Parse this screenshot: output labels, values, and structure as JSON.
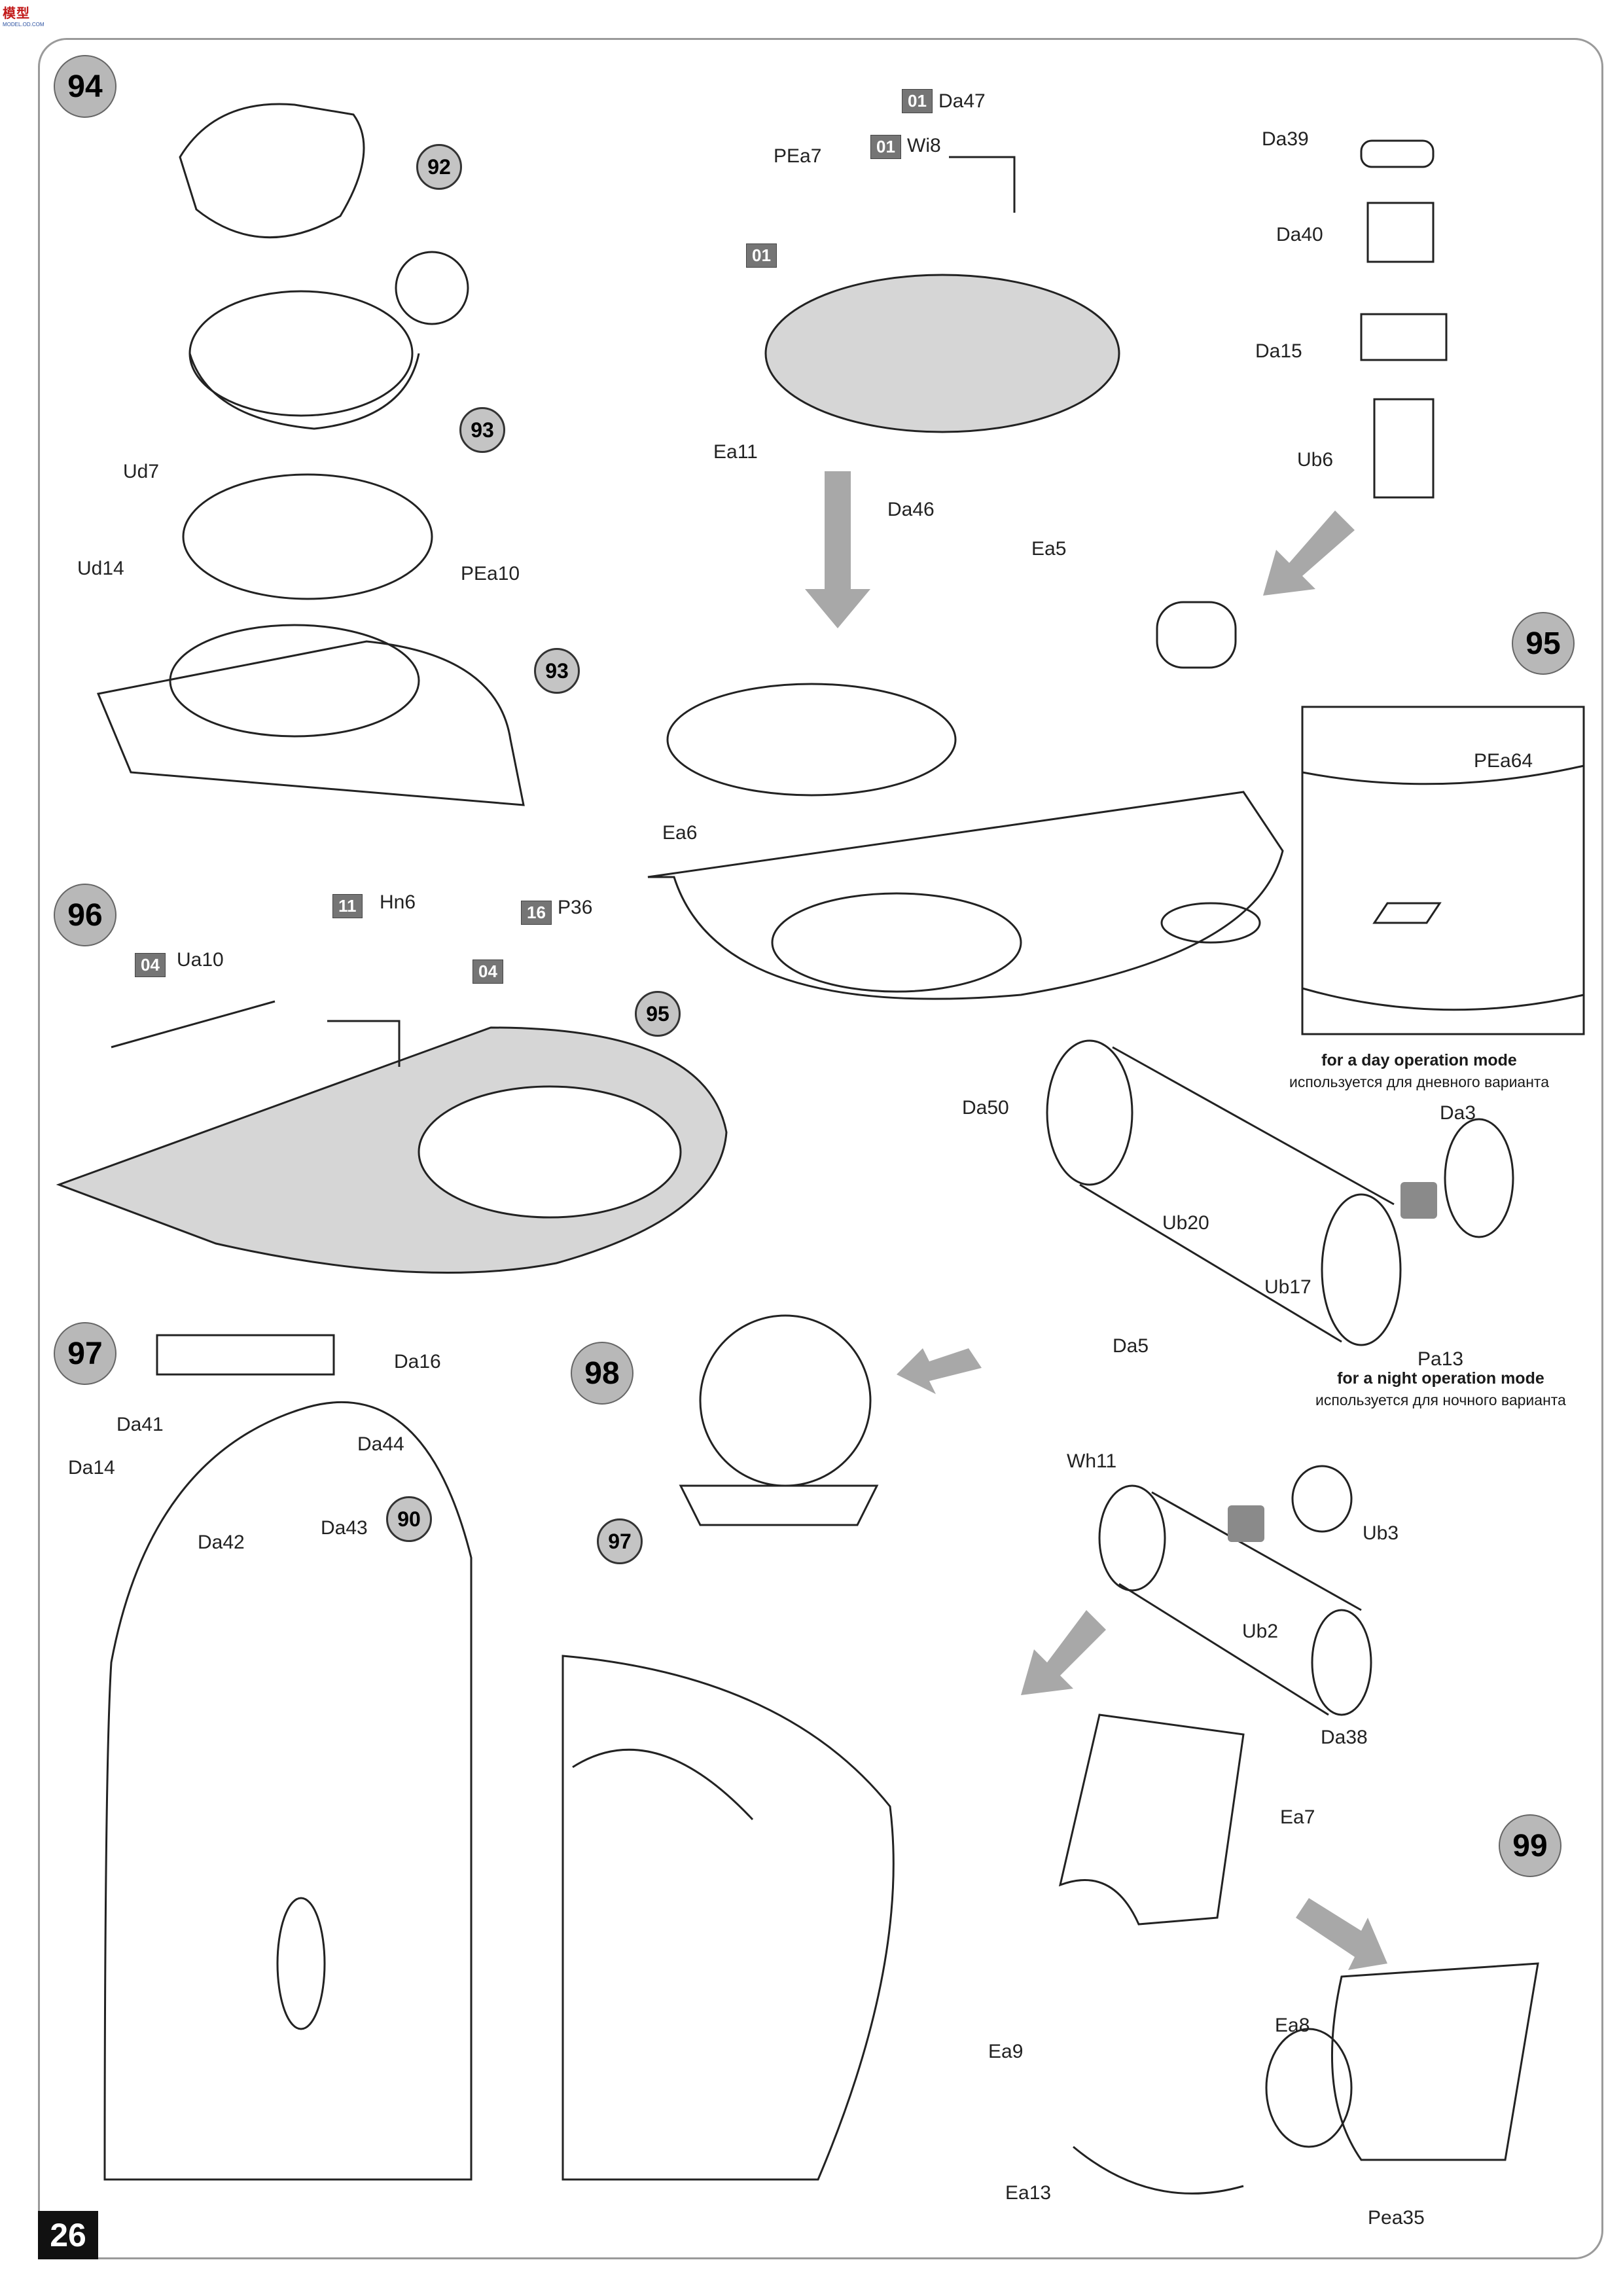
{
  "logo": {
    "text": "模型",
    "sub": "MODEL.OD.COM"
  },
  "page_number": "26",
  "steps": [
    "94",
    "95",
    "96",
    "97",
    "98",
    "99"
  ],
  "references": {
    "r92": "92",
    "r93a": "93",
    "r93b": "93",
    "r95": "95",
    "r97": "97",
    "r90": "90"
  },
  "badges": {
    "b01a": "01",
    "b01b": "01",
    "b01c": "01",
    "b11": "11",
    "b16": "16",
    "b04a": "04",
    "b04b": "04"
  },
  "parts": {
    "Ud7": "Ud7",
    "Ud14": "Ud14",
    "PEa10": "PEa10",
    "Da47": "Da47",
    "PEa7": "PEa7",
    "Wi8": "Wi8",
    "Ea11": "Ea11",
    "Da39": "Da39",
    "Da40": "Da40",
    "Da15": "Da15",
    "Ub6": "Ub6",
    "Da46": "Da46",
    "Ea5": "Ea5",
    "Ea6": "Ea6",
    "PEa64": "PEa64",
    "Hn6": "Hn6",
    "P36": "P36",
    "Ua10": "Ua10",
    "Da50": "Da50",
    "Da3": "Da3",
    "Ub20": "Ub20",
    "Ub17": "Ub17",
    "Da5": "Da5",
    "Pa13": "Pa13",
    "Da16": "Da16",
    "Da41": "Da41",
    "Da44": "Da44",
    "Da14": "Da14",
    "Da42": "Da42",
    "Da43": "Da43",
    "Wh11": "Wh11",
    "Ub3": "Ub3",
    "Ub2": "Ub2",
    "Da38": "Da38",
    "Ea7": "Ea7",
    "Ea8": "Ea8",
    "Ea9": "Ea9",
    "Ea13": "Ea13",
    "Pea35": "Pea35"
  },
  "notes": {
    "day_en": "for a day operation mode",
    "day_ru": "используется для дневного варианта",
    "night_en": "for a night operation mode",
    "night_ru": "используется для ночного варианта"
  },
  "colors": {
    "badge": "#757575",
    "step_circle": "#b8b8b8",
    "frame": "#9a9a9a",
    "arrow": "#a8a8a8"
  }
}
